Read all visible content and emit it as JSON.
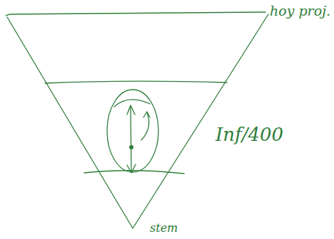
{
  "diagram": {
    "labels": [
      "hoy proj.",
      "Inf/400",
      "stem"
    ]
  }
}
